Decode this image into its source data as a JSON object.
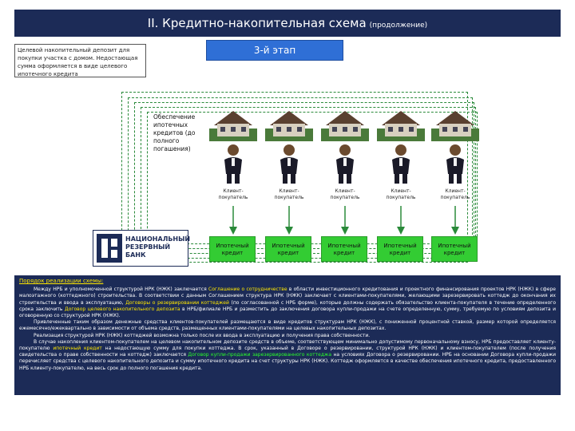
{
  "title": {
    "main": "II. Кредитно-накопительная схема",
    "sub": "(продолжение)"
  },
  "stage_label": "3-й этап",
  "deposit_text": "Целевой накопительный депозит для покупки участка с домом. Недостающая сумма оформляется в виде целевого ипотечного кредита",
  "secured_text": "Обеспечение ипотечных кредитов (до полного погашения)",
  "client_label": "Клиент-покупатель",
  "credit_label": "Ипотечный кредит",
  "logo_text": [
    "НАЦИОНАЛЬНЫЙ",
    "РЕЗЕРВНЫЙ",
    "БАНК"
  ],
  "procedure_heading": "Порядок реализации схемы:",
  "paragraphs": [
    [
      "Между НРБ и уполномоченной структурой НРК (НЖК) заключается ",
      {
        "t": "Соглашение о сотрудничестве",
        "c": "y"
      },
      " в области инвестиционного кредитования и проектного финансирования проектов НРК (НЖК) в сфере малоэтажного (коттеджного) строительства. В соответствии с данным Соглашением структура НРК (НЖК) заключает с клиентами-покупателями, желающими зарезервировать коттедж до окончания их строительства и ввода в эксплуатацию, ",
      {
        "t": "Договоры о резервировании коттеджей",
        "c": "y"
      },
      " (по согласованной с НРБ форме), которые должны содержать обязательство клиента-покупателя в течение определенного срока заключить ",
      {
        "t": "Договор целевого накопительного депозита",
        "c": "y"
      },
      " в НРБ/филиале НРБ и разместить до заключения договора купли-продажи на счете определенную, сумму, требуемую по условиям депозита и оговоренную со структурой НРК (НЖК)."
    ],
    [
      "Привлеченные таким образом денежные средства клиентов-покупателей размещаются в виде кредитов структурам НРК (НЖК), с пониженной процентной ставкой, размер которой определяется ежемесячно/ежеквартально в зависимости от объема средств, размещенных клиентами-покупателями на целевых накопительных депозитах."
    ],
    [
      "Реализация структурой НРК (НЖК) коттеджей возможна только после их ввода в эксплуатацию и получения права собственности."
    ],
    [
      "В случае накопления клиентом-покупателем на целевом накопительном депозите средств в объеме, соответствующем минимально допустимому первоначальному взносу, НРБ предоставляет клиенту-покупателю ",
      {
        "t": "ипотечный кредит",
        "c": "y"
      },
      " на недостающую сумму для покупки коттеджа. В срок, указанный в Договоре о резервировании, структурой НРК (НЖК) и клиентом-покупателем (после получения свидетельства о праве собственности на коттедж) заключается ",
      {
        "t": "Договор купли-продажи зарезервированного коттеджа",
        "c": "g"
      },
      " на условиях Договора о резервировании. НРБ на основании Договора купли-продажи перечисляет средства с целевого накопительного депозита и сумму ипотечного кредита на счет структуры НРК (НЖК). Коттедж оформляется в качестве обеспечения ипотечного кредита, предоставленного НРБ клиенту-покупателю, на весь срок до полного погашения кредита."
    ]
  ],
  "colors": {
    "navy": "#1c2b57",
    "blue": "#2f6fd6",
    "green": "#33cc33",
    "yellow": "#ffe800"
  }
}
